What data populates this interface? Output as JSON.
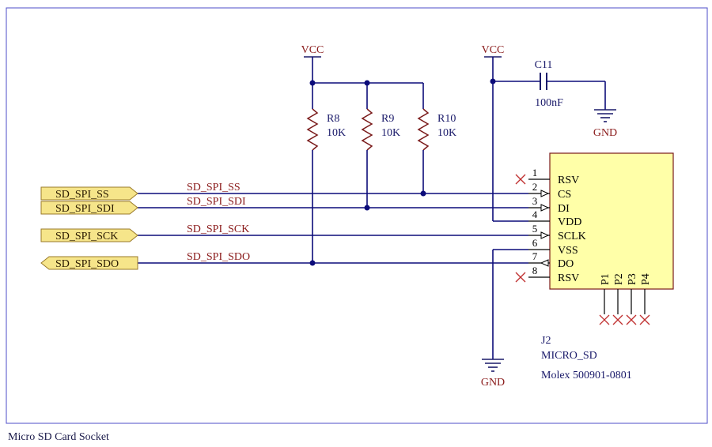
{
  "caption": "Micro SD Card Socket",
  "power": {
    "vcc": "VCC",
    "gnd": "GND"
  },
  "resistors": [
    {
      "ref": "R8",
      "value": "10K"
    },
    {
      "ref": "R9",
      "value": "10K"
    },
    {
      "ref": "R10",
      "value": "10K"
    }
  ],
  "capacitor": {
    "ref": "C11",
    "value": "100nF"
  },
  "ports": [
    {
      "label": "SD_SPI_SS"
    },
    {
      "label": "SD_SPI_SDI"
    },
    {
      "label": "SD_SPI_SCK"
    },
    {
      "label": "SD_SPI_SDO"
    }
  ],
  "nets": [
    "SD_SPI_SS",
    "SD_SPI_SDI",
    "SD_SPI_SCK",
    "SD_SPI_SDO"
  ],
  "connector": {
    "ref": "J2",
    "name": "MICRO_SD",
    "part": "Molex 500901-0801",
    "pins": [
      {
        "num": "1",
        "name": "RSV"
      },
      {
        "num": "2",
        "name": "CS"
      },
      {
        "num": "3",
        "name": "DI"
      },
      {
        "num": "4",
        "name": "VDD"
      },
      {
        "num": "5",
        "name": "SCLK"
      },
      {
        "num": "6",
        "name": "VSS"
      },
      {
        "num": "7",
        "name": "DO"
      },
      {
        "num": "8",
        "name": "RSV"
      }
    ],
    "bottom_pins": [
      "P1",
      "P2",
      "P3",
      "P4"
    ]
  }
}
